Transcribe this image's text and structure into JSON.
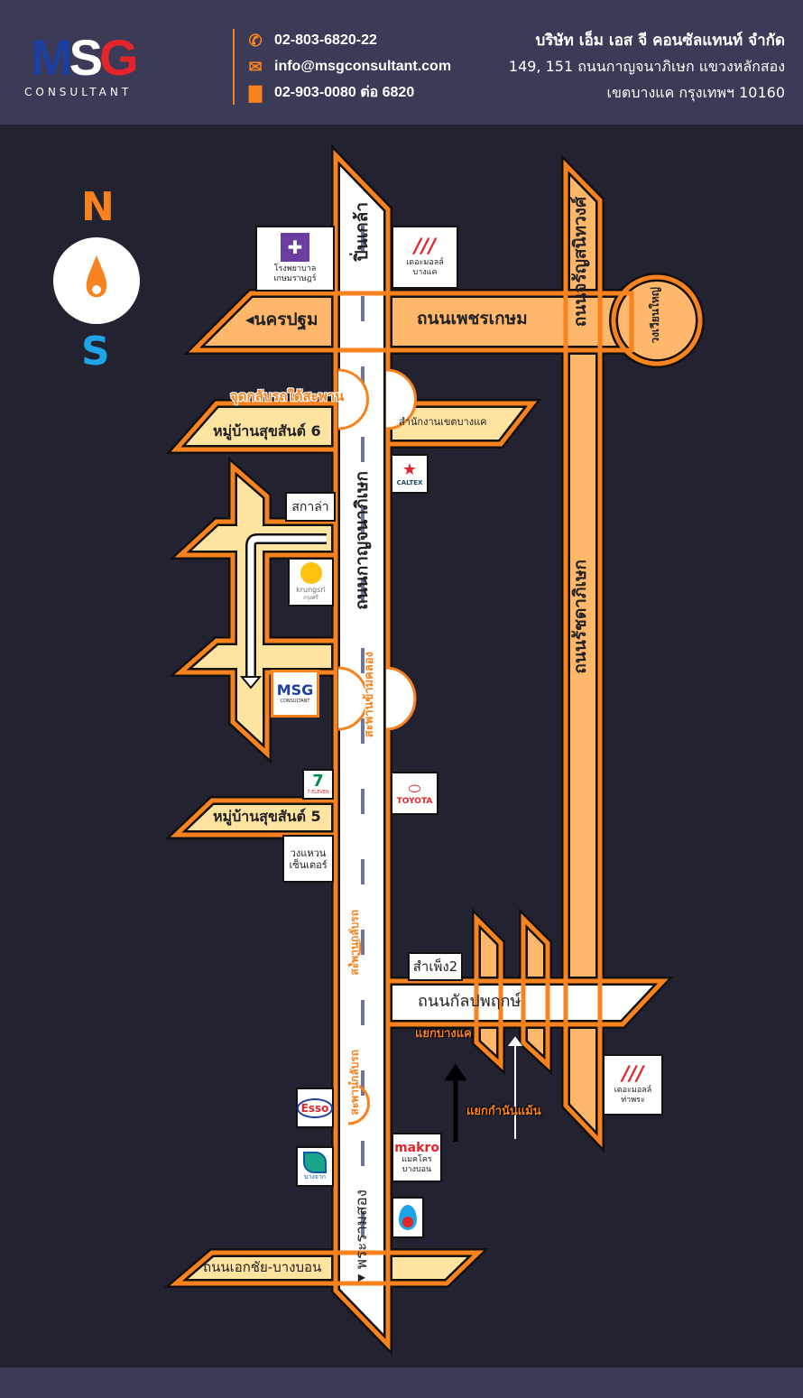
{
  "header": {
    "logo_text": "MSG",
    "logo_sub": "CONSULTANT",
    "phone": "02-803-6820-22",
    "email": "info@msgconsultant.com",
    "fax": "02-903-0080 ต่อ 6820",
    "company": "บริษัท เอ็ม เอส จี คอนซัลแทนท์ จำกัด",
    "address1": "149, 151 ถนนกาญจนาภิเษก แขวงหลักสอง",
    "address2": "เขตบางแค กรุงเทพฯ 10160"
  },
  "compass": {
    "north": "N",
    "south": "S"
  },
  "roads": {
    "pinklao": "ปิ่นเกล้า",
    "nakhonpathom": "นครปฐม",
    "phetkasem": "ถนนเพชรเกษม",
    "charan": "ถนนจรัญสนิทวงศ์",
    "wongwian": "วงเวียนใหญ่",
    "kanchana": "ถนนกาญจนาภิเษก",
    "ratchada": "ถนนรัชดาภิเษก",
    "sukhasan6": "หมู่บ้านสุขสันต์ 6",
    "sukhasan5": "หมู่บ้านสุขสันต์ 5",
    "district_office": "สำนักงานเขตบางแค",
    "kanlapa": "ถนนกัลปพฤกษ์",
    "ekachai": "ถนนเอกชัย-บางบอน",
    "rama2": "พระรามสอง"
  },
  "notes": {
    "uturn_under": "จุดกลับรถใต้สะพาน",
    "canal_bridge": "สะพานข้ามคลอง",
    "uturn_bridge1": "สะพานกลับรถ",
    "uturn_bridge2": "สะพานกลับรถ",
    "bangkhae_junction": "แยกบางแค",
    "kamnan_junction": "แยกกำนันแม้น"
  },
  "places": {
    "hospital": "โรงพยาบาล เกษมราษฎร์",
    "mall1": "เดอะมอลล์ บางแค",
    "caltex": "CALTEX",
    "scala": "สกาล่า",
    "krungsri": "krungsri",
    "krungsri_th": "กรุงศรี",
    "msg": "MSG",
    "msg_sub": "CONSULTANT",
    "seven": "7-ELEVEN",
    "toyota": "TOYOTA",
    "ring": "วงแหวน เซ็นเตอร์",
    "sampeng": "สำเพ็ง2",
    "mall2": "เดอะมอลล์ ท่าพระ",
    "esso": "Esso",
    "bangchak": "บางจาก",
    "makro": "makro",
    "makro_th": "แมคโคร บางบอน"
  },
  "colors": {
    "orange": "#f7821e",
    "road": "#ffb76b",
    "road_light": "#ffe3a1",
    "bg": "#232231"
  }
}
